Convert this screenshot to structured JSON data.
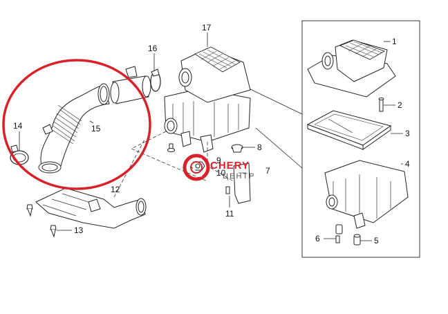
{
  "callouts": {
    "p1": "1",
    "p2": "2",
    "p3": "3",
    "p4": "4",
    "p5": "5",
    "p6": "6",
    "p7": "7",
    "p8": "8",
    "p9": "9",
    "p10": "10",
    "p11": "11",
    "p12": "12",
    "p13": "13",
    "p14": "14",
    "p15": "15",
    "p16": "16",
    "p17": "17"
  },
  "watermark": {
    "brand": "CHERY",
    "sub": "ЦЕНТР"
  },
  "colors": {
    "highlight_ellipse": "#d8222a",
    "line": "#222222",
    "background": "#ffffff"
  }
}
